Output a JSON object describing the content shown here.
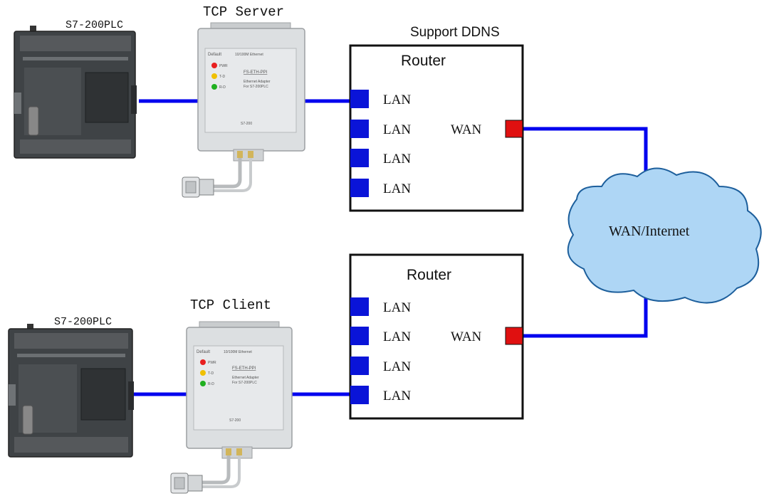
{
  "top": {
    "plc_label": "S7-200PLC",
    "adapter_label": "TCP Server",
    "support_label": "Support DDNS",
    "router_title": "Router",
    "lan_ports": [
      "LAN",
      "LAN",
      "LAN",
      "LAN"
    ],
    "wan_label": "WAN"
  },
  "bottom": {
    "plc_label": "S7-200PLC",
    "adapter_label": "TCP Client",
    "router_title": "Router",
    "lan_ports": [
      "LAN",
      "LAN",
      "LAN",
      "LAN"
    ],
    "wan_label": "WAN"
  },
  "cloud_label": "WAN/Internet",
  "adapter_faceplate": {
    "default_text": "Default",
    "ethernet_text": "10/100M Ethernet",
    "leds": [
      "PWR",
      "T-D",
      "R-D"
    ],
    "model": "FS-ETH-PPI",
    "desc_line1": "Ethernet Adapter",
    "desc_line2": "For S7-200PLC",
    "bottom_text": "S7-200"
  },
  "colors": {
    "link_blue": "#0000ee",
    "lan_port": "#0a14d8",
    "wan_port": "#e01010",
    "cloud_fill": "#aed6f5",
    "cloud_stroke": "#1d5f9c",
    "led_red": "#e82020",
    "led_yellow": "#f0c000",
    "led_green": "#20b020"
  }
}
